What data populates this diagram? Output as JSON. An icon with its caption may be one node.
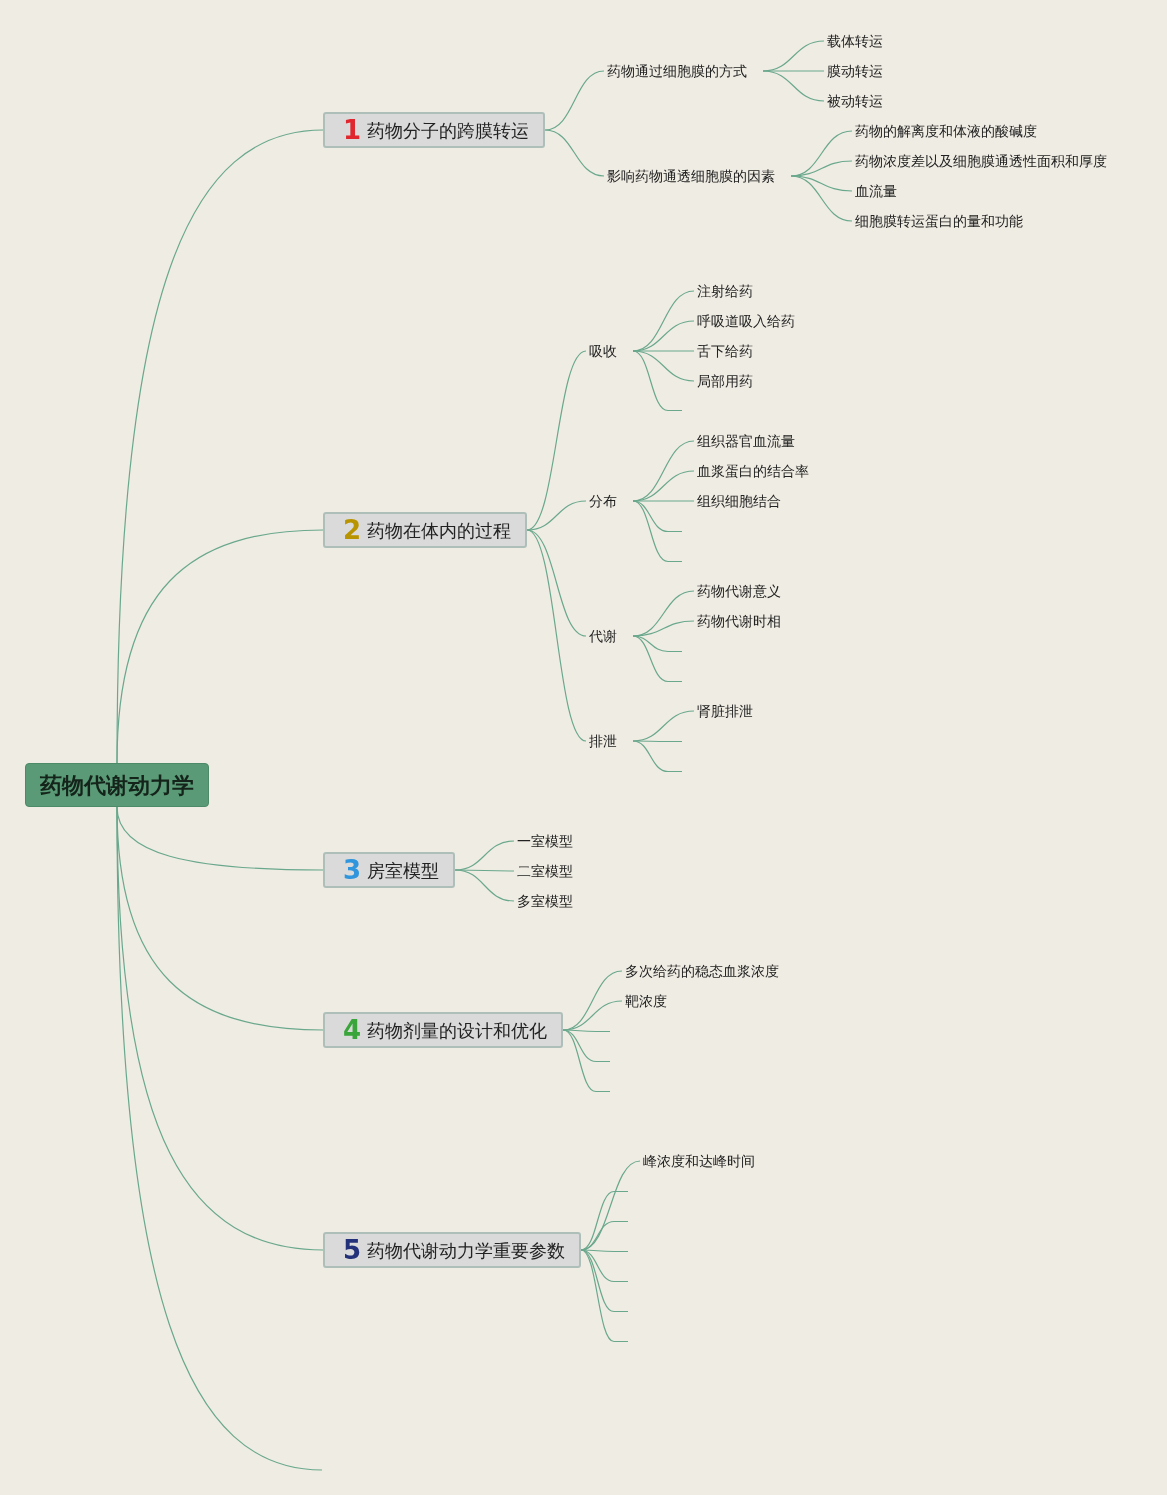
{
  "diagram": {
    "nodes": [
      {
        "text": [
          "药物代谢动力学"
        ]
      },
      {
        "text": [
          "1",
          "药物分子的跨膜转运"
        ]
      },
      {
        "text": [
          "药物通过细胞膜的方式"
        ]
      },
      {
        "text": [
          "载体转运"
        ]
      },
      {
        "text": [
          "膜动转运"
        ]
      },
      {
        "text": [
          "被动转运"
        ]
      },
      {
        "text": [
          "影响药物通透细胞膜的因素"
        ]
      },
      {
        "text": [
          "药物的解离度和体液的酸碱度"
        ]
      },
      {
        "text": [
          "药物浓度差以及细胞膜通透性面积和厚度"
        ]
      },
      {
        "text": [
          "血流量"
        ]
      },
      {
        "text": [
          "细胞膜转运蛋白的量和功能"
        ]
      },
      {
        "text": [
          "2",
          "药物在体内的过程"
        ]
      },
      {
        "text": [
          "吸收"
        ]
      },
      {
        "text": [
          "注射给药"
        ]
      },
      {
        "text": [
          "呼吸道吸入给药"
        ]
      },
      {
        "text": [
          "舌下给药"
        ]
      },
      {
        "text": [
          "局部用药"
        ]
      },
      {
        "text": [
          "分布"
        ]
      },
      {
        "text": [
          "组织器官血流量"
        ]
      },
      {
        "text": [
          "血浆蛋白的结合率"
        ]
      },
      {
        "text": [
          "组织细胞结合"
        ]
      },
      {
        "text": [
          "代谢"
        ]
      },
      {
        "text": [
          "药物代谢意义"
        ]
      },
      {
        "text": [
          "药物代谢时相"
        ]
      },
      {
        "text": [
          "排泄"
        ]
      },
      {
        "text": [
          "肾脏排泄"
        ]
      },
      {
        "text": [
          "3",
          "房室模型"
        ]
      },
      {
        "text": [
          "一室模型"
        ]
      },
      {
        "text": [
          "二室模型"
        ]
      },
      {
        "text": [
          "多室模型"
        ]
      },
      {
        "text": [
          "4",
          "药物剂量的设计和优化"
        ]
      },
      {
        "text": [
          "多次给药的稳态血浆浓度"
        ]
      },
      {
        "text": [
          "靶浓度"
        ]
      },
      {
        "text": [
          "5",
          "药物代谢动力学重要参数"
        ]
      },
      {
        "text": [
          "峰浓度和达峰时间"
        ]
      },
      {
        "text": [],
        "shape": "line"
      },
      {
        "text": [],
        "shape": "line"
      },
      {
        "text": [],
        "shape": "line"
      },
      {
        "text": [],
        "shape": "line"
      },
      {
        "text": [],
        "shape": "line"
      },
      {
        "text": [],
        "shape": "line"
      },
      {
        "text": [],
        "shape": "line"
      },
      {
        "text": [],
        "shape": "line"
      },
      {
        "text": [],
        "shape": "line"
      },
      {
        "text": [],
        "shape": "line"
      },
      {
        "text": [],
        "shape": "line"
      },
      {
        "text": [],
        "shape": "line"
      },
      {
        "text": [],
        "shape": "line"
      },
      {
        "text": [],
        "shape": "line"
      },
      {
        "text": [],
        "shape": "line"
      },
      {
        "text": [],
        "shape": "line"
      }
    ],
    "edges": [
      {
        "from": 0,
        "to": 1,
        "arrow": "none"
      },
      {
        "from": 0,
        "to": 11,
        "arrow": "none"
      },
      {
        "from": 0,
        "to": 26,
        "arrow": "none"
      },
      {
        "from": 0,
        "to": 30,
        "arrow": "none"
      },
      {
        "from": 0,
        "to": 33,
        "arrow": "none"
      },
      {
        "from": 0,
        "to": null,
        "arrow": "none"
      },
      {
        "from": 1,
        "to": 2,
        "arrow": "none"
      },
      {
        "from": 1,
        "to": 6,
        "arrow": "none"
      },
      {
        "from": 2,
        "to": 3,
        "arrow": "none"
      },
      {
        "from": 2,
        "to": 4,
        "arrow": "none"
      },
      {
        "from": 2,
        "to": 5,
        "arrow": "none"
      },
      {
        "from": 6,
        "to": 7,
        "arrow": "none"
      },
      {
        "from": 6,
        "to": 8,
        "arrow": "none"
      },
      {
        "from": 6,
        "to": 9,
        "arrow": "none"
      },
      {
        "from": 6,
        "to": 10,
        "arrow": "none"
      },
      {
        "from": 11,
        "to": 12,
        "arrow": "none"
      },
      {
        "from": 11,
        "to": 17,
        "arrow": "none"
      },
      {
        "from": 11,
        "to": 21,
        "arrow": "none"
      },
      {
        "from": 11,
        "to": 24,
        "arrow": "none"
      },
      {
        "from": 12,
        "to": 13,
        "arrow": "none"
      },
      {
        "from": 12,
        "to": 14,
        "arrow": "none"
      },
      {
        "from": 12,
        "to": 15,
        "arrow": "none"
      },
      {
        "from": 12,
        "to": 16,
        "arrow": "none"
      },
      {
        "from": 12,
        "to": 35,
        "arrow": "none"
      },
      {
        "from": 17,
        "to": 18,
        "arrow": "none"
      },
      {
        "from": 17,
        "to": 19,
        "arrow": "none"
      },
      {
        "from": 17,
        "to": 20,
        "arrow": "none"
      },
      {
        "from": 17,
        "to": 36,
        "arrow": "none"
      },
      {
        "from": 17,
        "to": 37,
        "arrow": "none"
      },
      {
        "from": 21,
        "to": 22,
        "arrow": "none"
      },
      {
        "from": 21,
        "to": 23,
        "arrow": "none"
      },
      {
        "from": 21,
        "to": 38,
        "arrow": "none"
      },
      {
        "from": 21,
        "to": 39,
        "arrow": "none"
      },
      {
        "from": 24,
        "to": 25,
        "arrow": "none"
      },
      {
        "from": 24,
        "to": 40,
        "arrow": "none"
      },
      {
        "from": 24,
        "to": 41,
        "arrow": "none"
      },
      {
        "from": 26,
        "to": 27,
        "arrow": "none"
      },
      {
        "from": 26,
        "to": 28,
        "arrow": "none"
      },
      {
        "from": 26,
        "to": 29,
        "arrow": "none"
      },
      {
        "from": 30,
        "to": 31,
        "arrow": "none"
      },
      {
        "from": 30,
        "to": 32,
        "arrow": "none"
      },
      {
        "from": 30,
        "to": 42,
        "arrow": "none"
      },
      {
        "from": 30,
        "to": 43,
        "arrow": "none"
      },
      {
        "from": 30,
        "to": 44,
        "arrow": "none"
      },
      {
        "from": 33,
        "to": 34,
        "arrow": "none"
      },
      {
        "from": 33,
        "to": 45,
        "arrow": "none"
      },
      {
        "from": 33,
        "to": 46,
        "arrow": "none"
      },
      {
        "from": 33,
        "to": 47,
        "arrow": "none"
      },
      {
        "from": 33,
        "to": 48,
        "arrow": "none"
      },
      {
        "from": 33,
        "to": 49,
        "arrow": "none"
      },
      {
        "from": 33,
        "to": 50,
        "arrow": "none"
      }
    ]
  }
}
